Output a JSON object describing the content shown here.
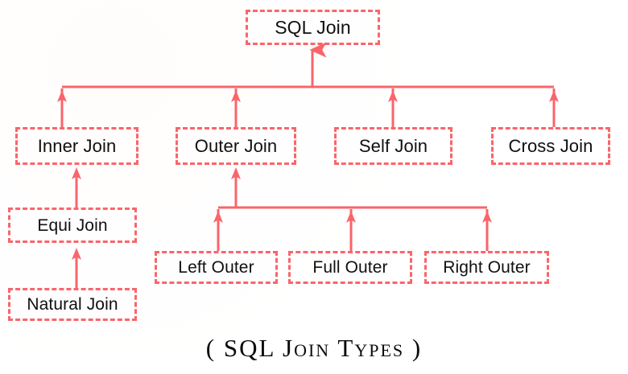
{
  "diagram": {
    "title": "SQL Join",
    "caption": "( SQL Join Types )",
    "accent_color": "#f9656b",
    "text_color": "#101010",
    "background_color": "#ffffff",
    "nodes": {
      "root": {
        "label": "SQL Join"
      },
      "inner": {
        "label": "Inner Join"
      },
      "outer": {
        "label": "Outer Join"
      },
      "self": {
        "label": "Self Join"
      },
      "cross": {
        "label": "Cross Join"
      },
      "equi": {
        "label": "Equi Join"
      },
      "natural": {
        "label": "Natural Join"
      },
      "left_outer": {
        "label": "Left Outer"
      },
      "full_outer": {
        "label": "Full Outer"
      },
      "right_outer": {
        "label": "Right Outer"
      }
    }
  }
}
